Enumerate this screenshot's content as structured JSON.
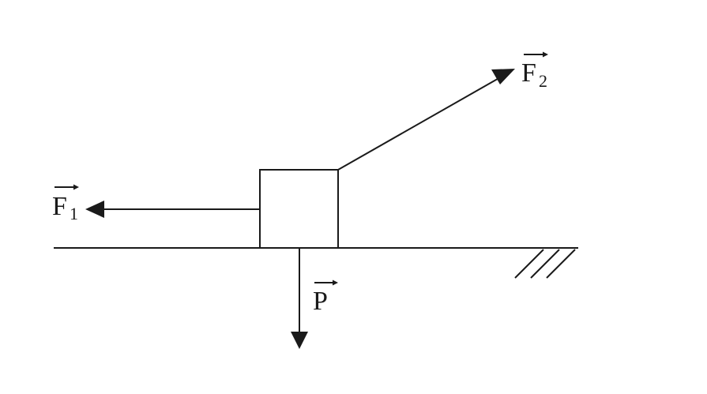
{
  "diagram": {
    "line_color": "#1a1a1a",
    "background_color": "#ffffff",
    "forces": {
      "f1": {
        "symbol": "F",
        "subscript": "1"
      },
      "f2": {
        "symbol": "F",
        "subscript": "2"
      },
      "p": {
        "symbol": "P",
        "subscript": ""
      }
    }
  }
}
